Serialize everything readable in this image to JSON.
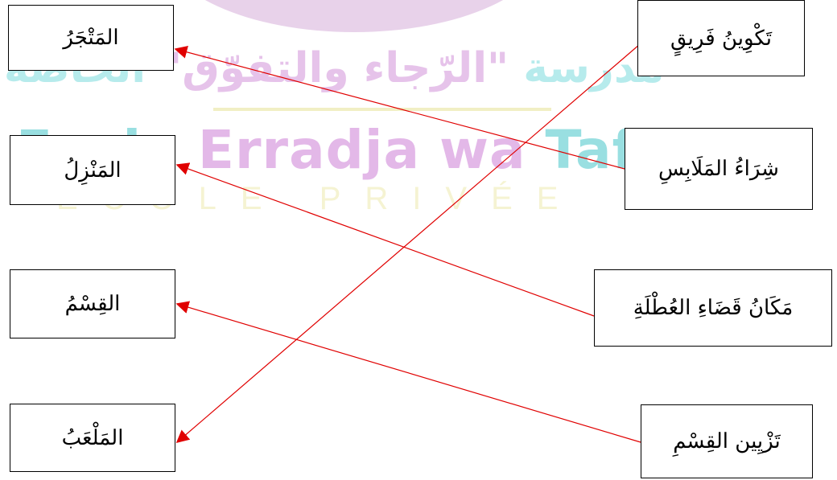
{
  "watermark": {
    "arabic_part1": "مدرسة ",
    "arabic_part2": "\"الرّجاء والتفوّق\"",
    "arabic_part3": " الخاصّة",
    "latin_part1": "Ecole",
    "latin_part2": " Erradja wa ",
    "latin_part3": "Tafaouk",
    "prive": "ÉCOLE PRIVÉE"
  },
  "left_column": [
    {
      "label": "المَتْجَرُ"
    },
    {
      "label": "المَنْزِلُ"
    },
    {
      "label": "القِسْمُ"
    },
    {
      "label": "المَلْعَبُ"
    }
  ],
  "right_column": [
    {
      "label": "تَكْوِينُ فَرِيقٍ"
    },
    {
      "label": "شِرَاءُ المَلَابِسِ"
    },
    {
      "label": "مَكَانُ قَضَاءِ العُطْلَةِ"
    },
    {
      "label": "تَزْيِين القِسْمِ"
    }
  ],
  "connections": [
    {
      "from": 0,
      "to": 3
    },
    {
      "from": 1,
      "to": 0
    },
    {
      "from": 2,
      "to": 1
    },
    {
      "from": 3,
      "to": 2
    }
  ],
  "colors": {
    "line": "#e00000"
  }
}
